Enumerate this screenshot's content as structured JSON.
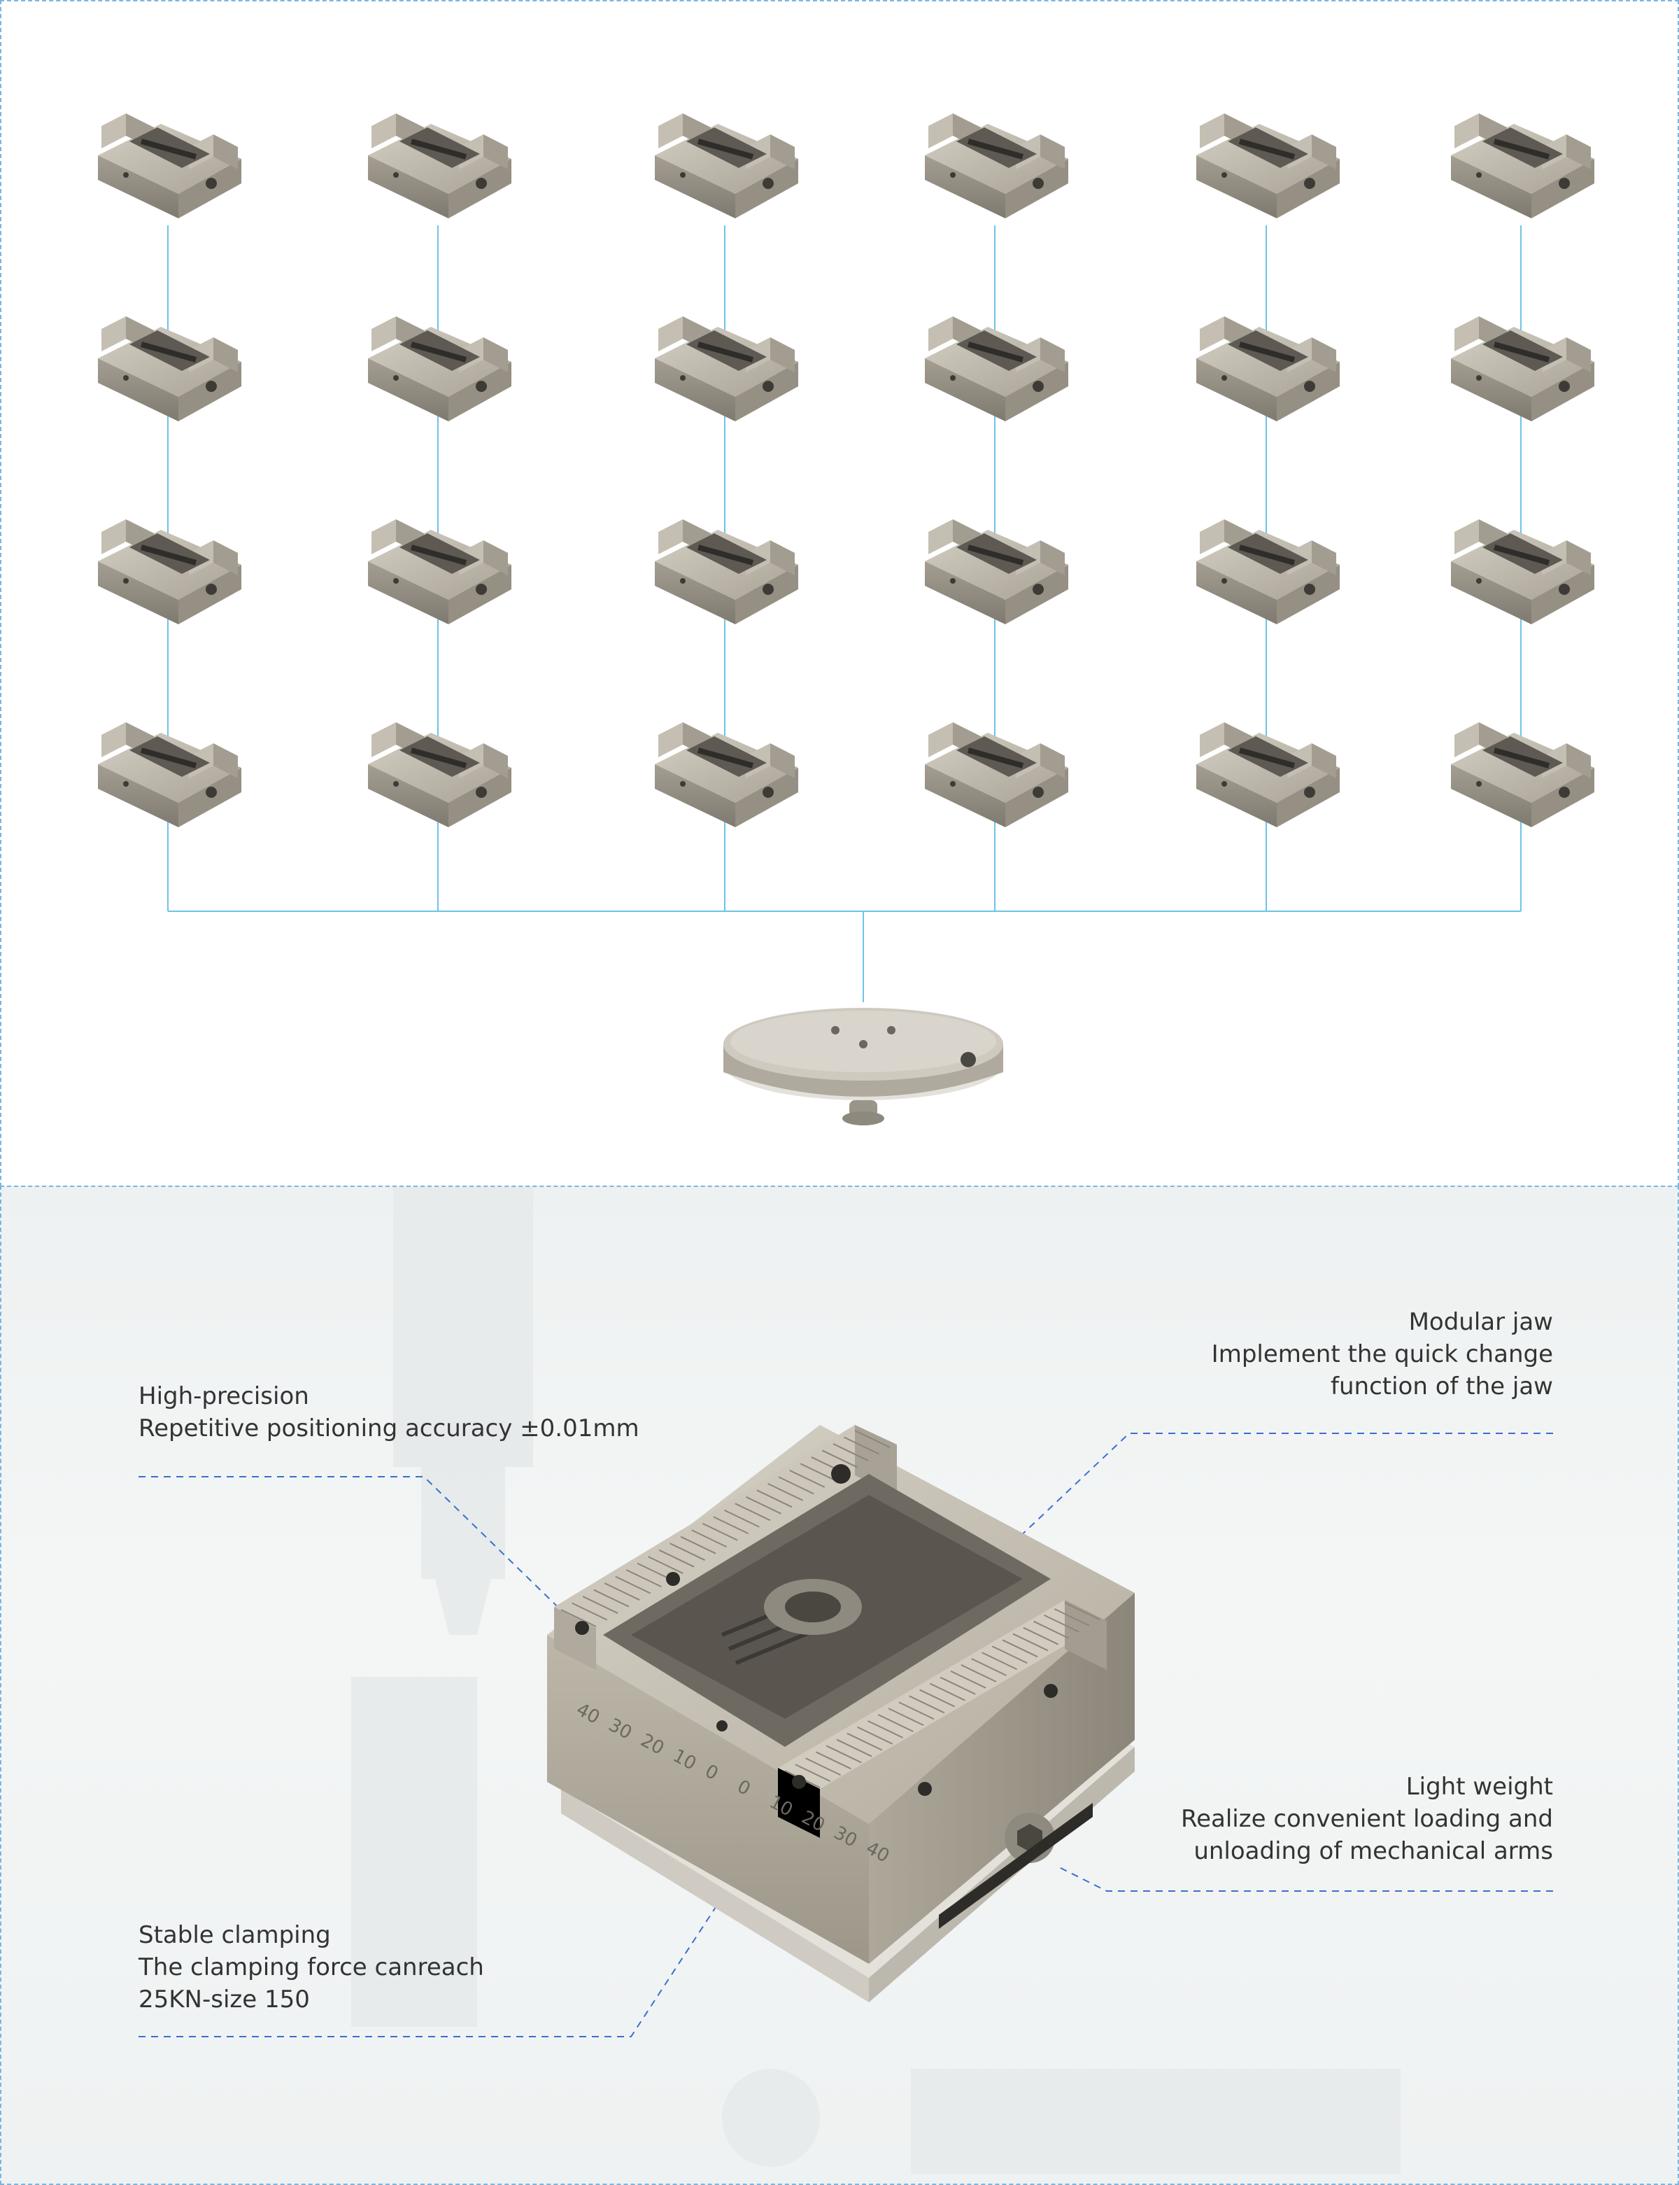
{
  "features": {
    "high_precision": {
      "title": "High-precision",
      "desc": "Repetitive positioning accuracy ±0.01mm"
    },
    "modular_jaw": {
      "title": "Modular jaw",
      "line1": "Implement the quick change",
      "line2": "function of the jaw"
    },
    "light_weight": {
      "title": "Light weight",
      "line1": "Realize convenient loading and",
      "line2": "unloading of mechanical arms"
    },
    "stable_clamping": {
      "title": "Stable clamping",
      "line1": "The clamping force canreach",
      "line2": "25KN-size 150"
    }
  },
  "scale_marks": {
    "upper": [
      "40",
      "30",
      "20",
      "10",
      "0"
    ],
    "lower": [
      "0",
      "10",
      "20",
      "30",
      "40"
    ]
  },
  "colors": {
    "connector": "#6ec3e6",
    "leader": "#3a6fd0",
    "metal": "#b9b3a6"
  }
}
